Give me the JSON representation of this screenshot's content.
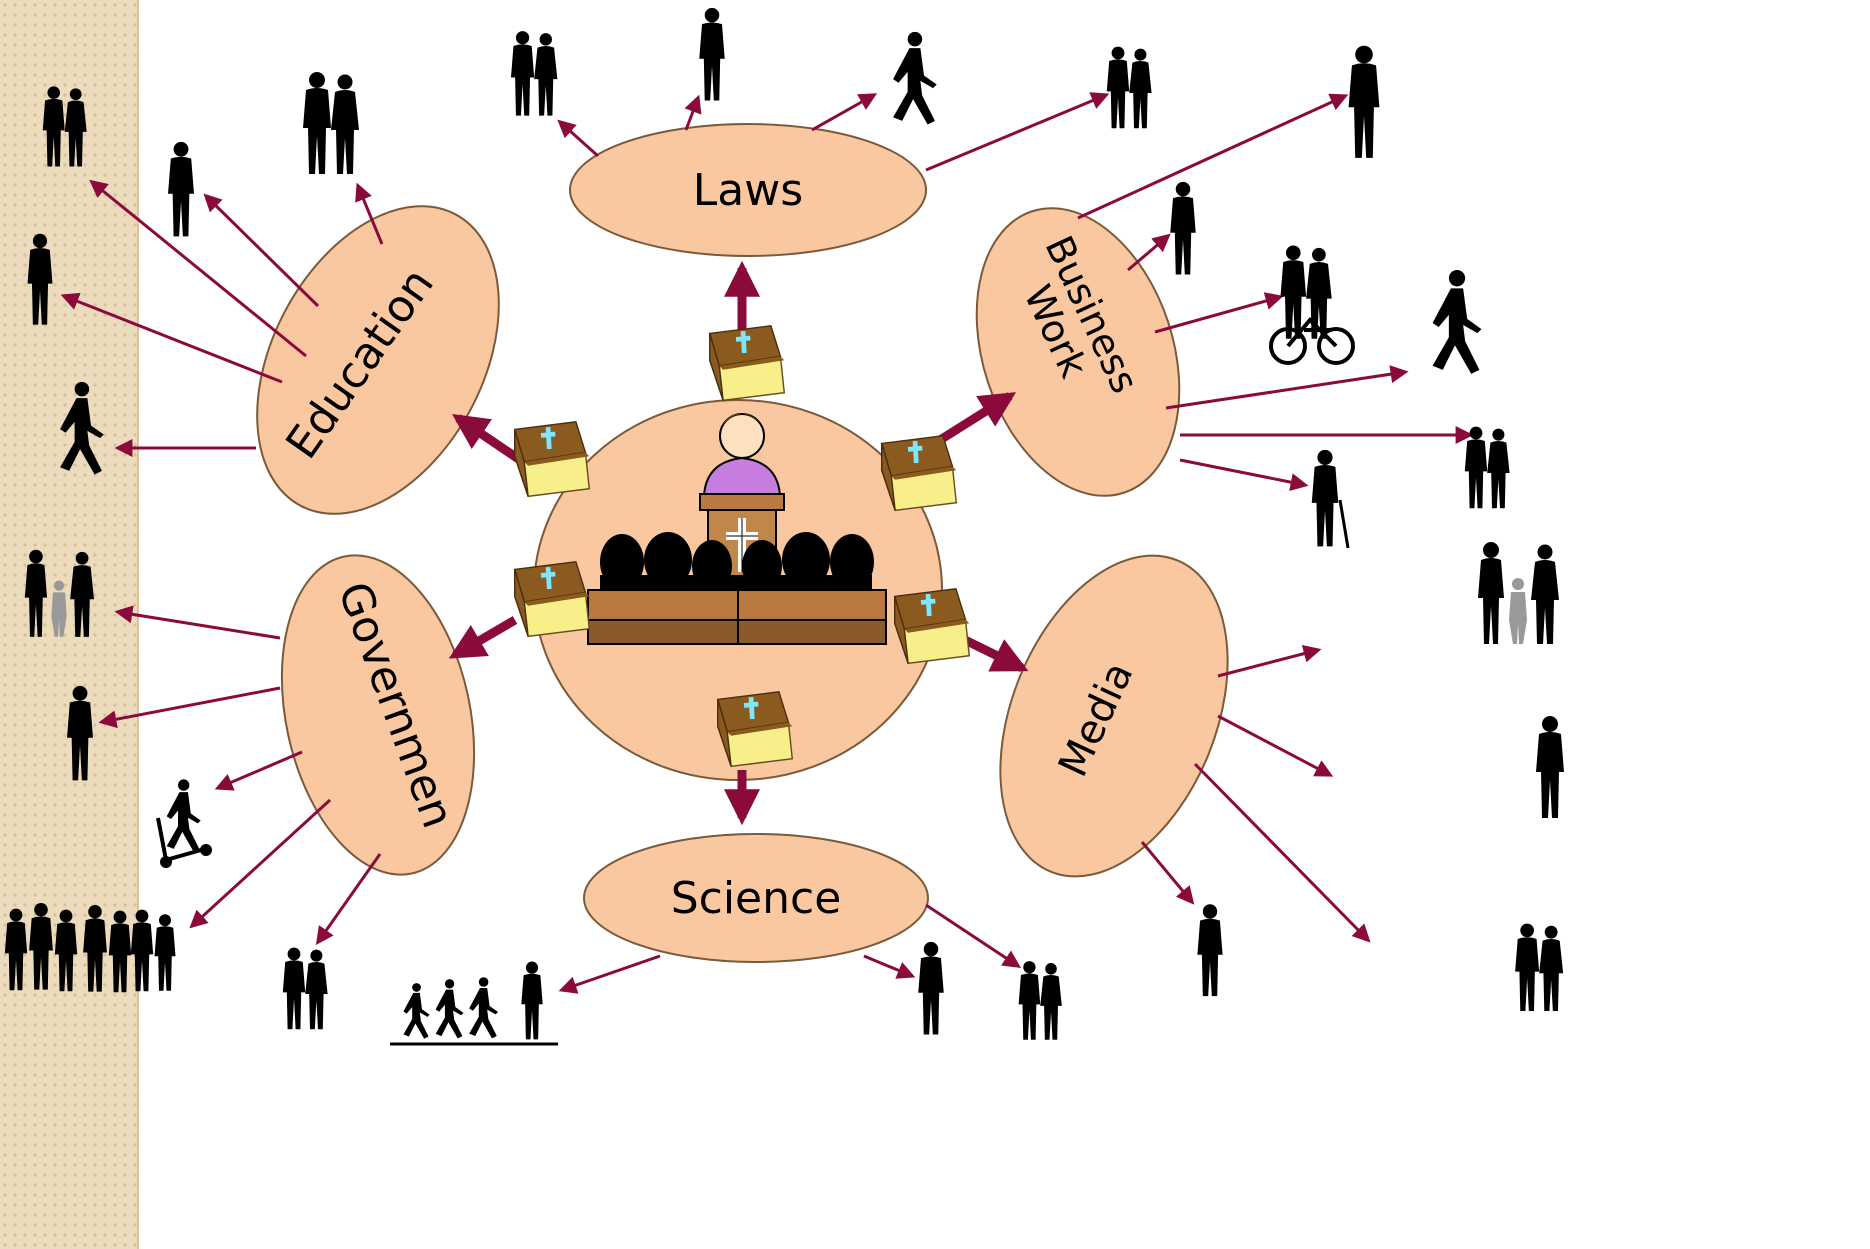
{
  "diagram": {
    "center": {
      "name": "church-congregation"
    },
    "nodes": [
      {
        "id": "laws",
        "label": "Laws"
      },
      {
        "id": "education",
        "label": "Education"
      },
      {
        "id": "business",
        "label": "Business\nWork"
      },
      {
        "id": "government",
        "label": "Governmen"
      },
      {
        "id": "media",
        "label": "Media"
      },
      {
        "id": "science",
        "label": "Science"
      }
    ]
  },
  "colors": {
    "ellipse_fill": "#f9c8a0",
    "ellipse_stroke": "#7a5a3a",
    "arrow": "#8b0a3c",
    "silhouette": "#000000",
    "sidebar": "#e9d6b4",
    "bible_cover": "#8b5a1e",
    "bible_pages": "#f7f08a",
    "cross": "#7fe6ff"
  }
}
